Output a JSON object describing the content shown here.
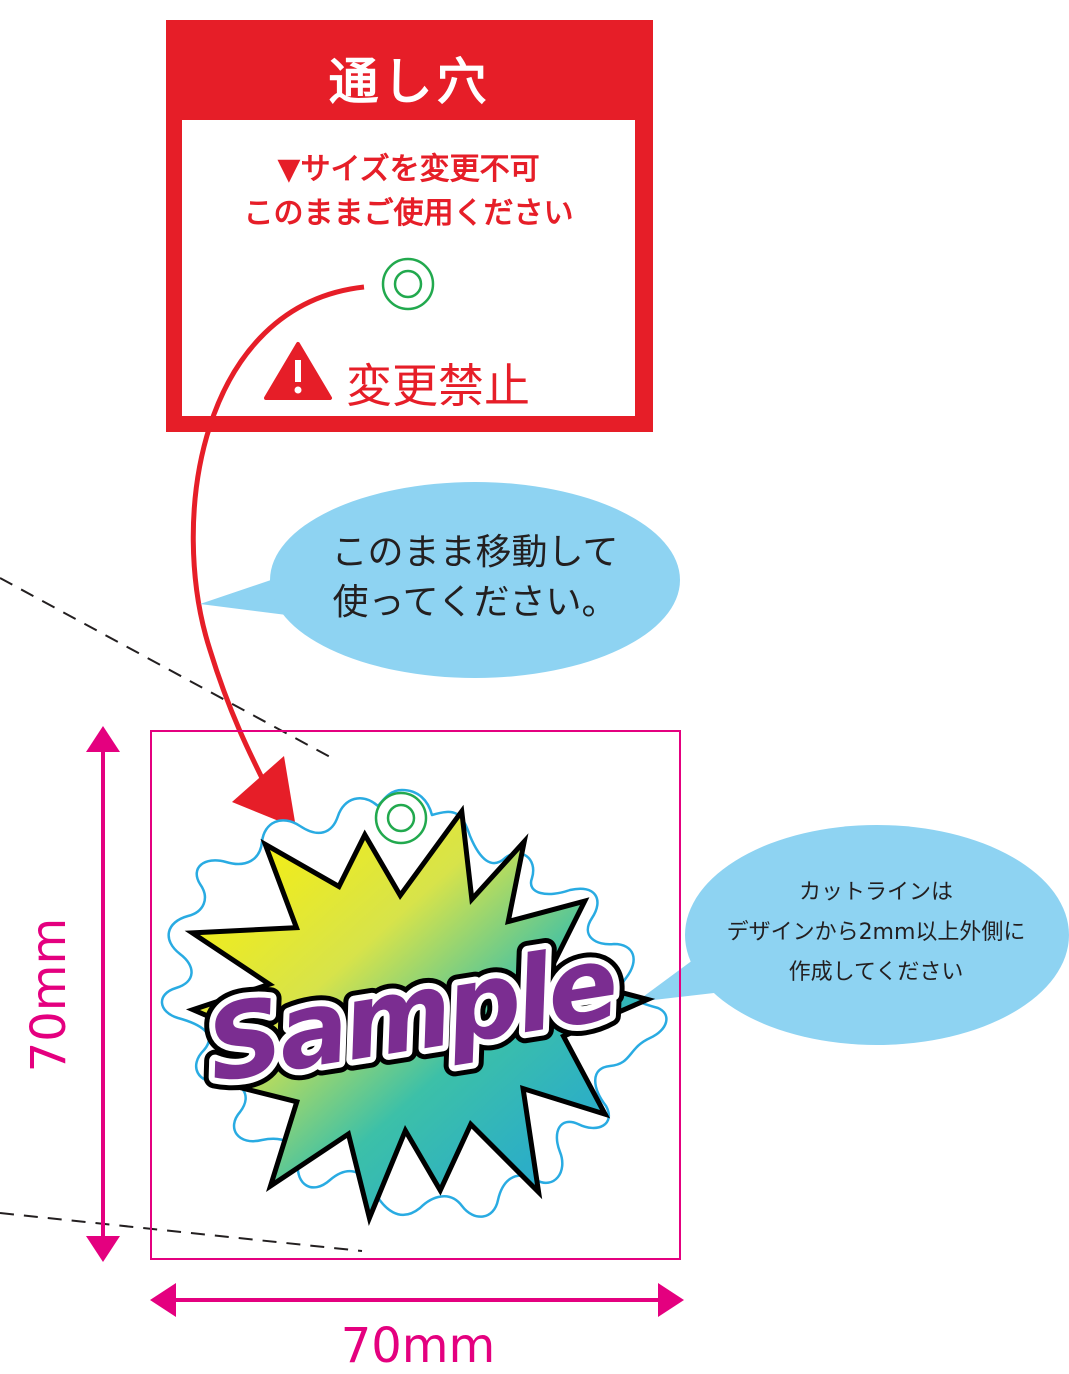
{
  "hole_box": {
    "title": "通し穴",
    "note_line1": "▼サイズを変更不可",
    "note_line2": "このままご使用ください",
    "warning": "変更禁止",
    "warning_icon": "warning-triangle-icon"
  },
  "bubble_move": {
    "line1": "このまま移動して",
    "line2": "使ってください。"
  },
  "bubble_cut": {
    "line1": "カットラインは",
    "line2": "デザインから2mm以上外側に",
    "line3": "作成してください"
  },
  "dimensions": {
    "width": "70mm",
    "height": "70mm"
  },
  "sample_text": "Sample",
  "colors": {
    "red": "#e61e28",
    "magenta": "#e4007f",
    "bubble_blue": "#8ed3f2",
    "cutline_blue": "#29abe2",
    "hole_green": "#22a94e",
    "sample_purple": "#7b2d91"
  }
}
